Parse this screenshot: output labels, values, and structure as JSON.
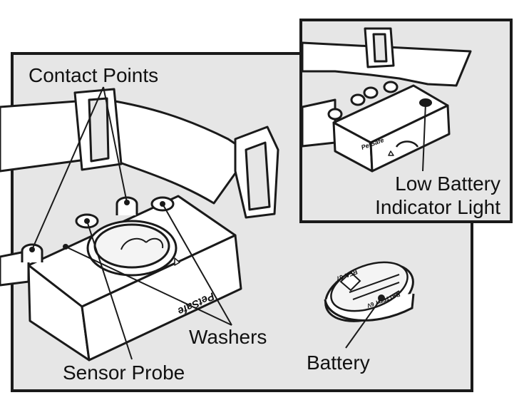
{
  "labels": {
    "contact_points": "Contact Points",
    "washers": "Washers",
    "sensor_probe": "Sensor Probe",
    "battery": "Battery",
    "low_battery_line1": "Low Battery",
    "low_battery_line2": "Indicator Light"
  },
  "branding": {
    "main_unit_logo": "PetSafe",
    "inset_unit_logo": "PetSafe",
    "battery_code": "RFA-67",
    "battery_text": "BATTERY 6V"
  },
  "colors": {
    "panel_fill": "#e6e6e6",
    "outline": "#1a1a1a",
    "part_fill": "#ffffff",
    "shadow": "#bdbdbd"
  }
}
